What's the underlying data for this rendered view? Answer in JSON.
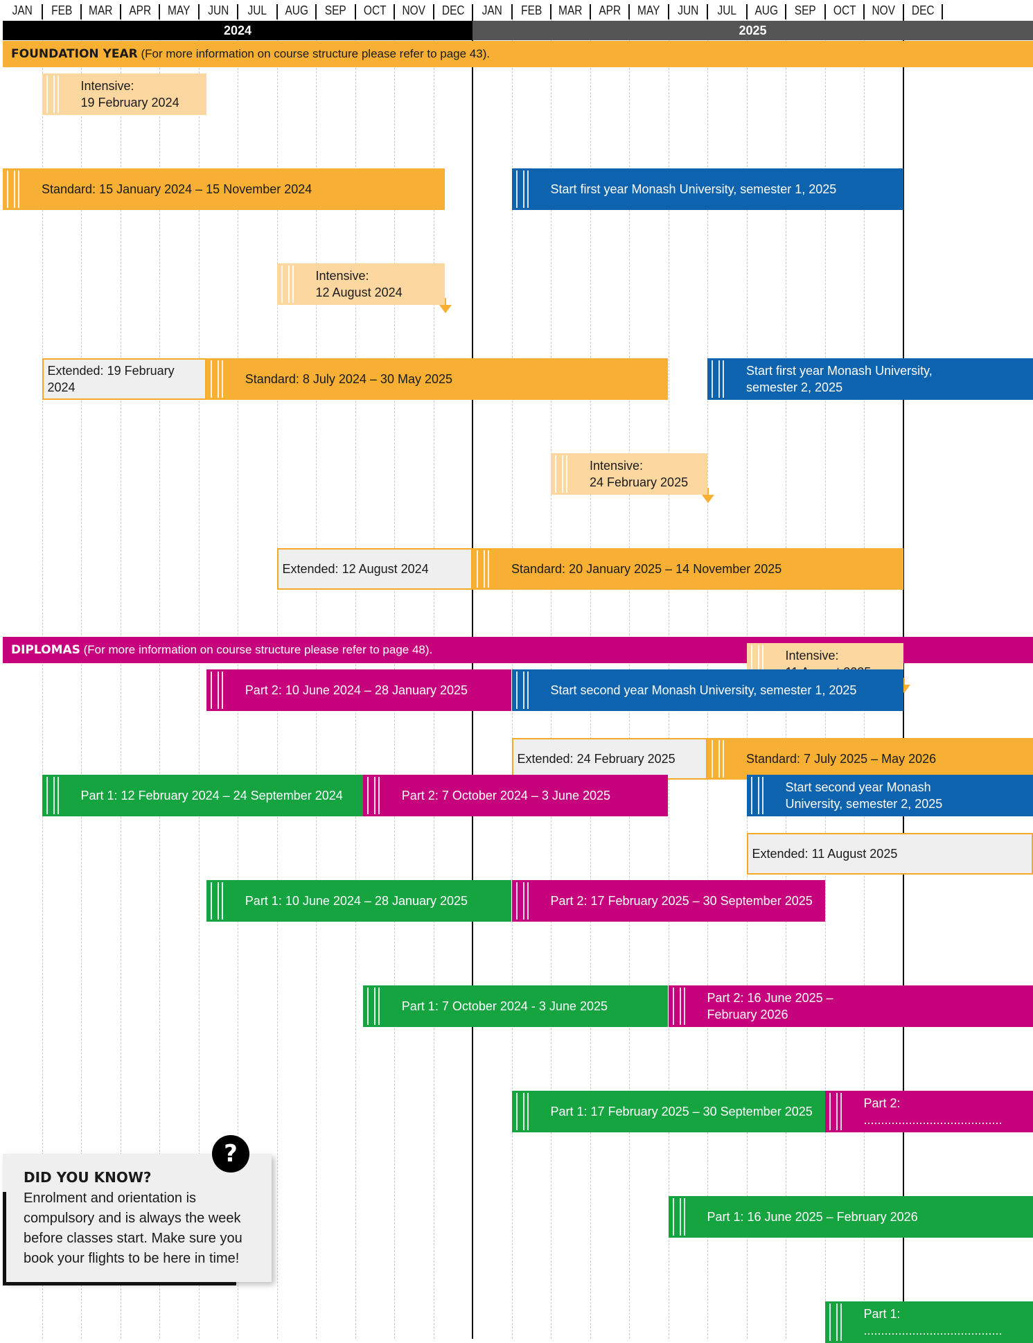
{
  "months": [
    "JAN",
    "FEB",
    "MAR",
    "APR",
    "MAY",
    "JUN",
    "JUL",
    "AUG",
    "SEP",
    "OCT",
    "NOV",
    "DEC",
    "JAN",
    "FEB",
    "MAR",
    "APR",
    "MAY",
    "JUN",
    "JUL",
    "AUG",
    "SEP",
    "OCT",
    "NOV",
    "DEC"
  ],
  "years": [
    {
      "label": "2024",
      "color": "#000000"
    },
    {
      "label": "2025",
      "color": "#555555"
    }
  ],
  "colors": {
    "foundation": "#f7b033",
    "foundation_light": "#fcd7a0",
    "diploma": "#c6037d",
    "part1": "#16a441",
    "monash": "#0e63ae",
    "extended": "#efefef"
  },
  "sections": {
    "foundation": {
      "title": "FOUNDATION YEAR",
      "note": " (For more information on course structure please refer to page 43)."
    },
    "diplomas": {
      "title": "DIPLOMAS",
      "note": " (For more information on course structure please refer to page 48)."
    }
  },
  "foundation_rows": [
    {
      "bars": [
        {
          "type": "intensive",
          "start": 1,
          "end": 5.2,
          "text": "Intensive:\n19 February 2024"
        }
      ]
    },
    {
      "bars": [
        {
          "type": "standard",
          "start": 0,
          "end": 11.3,
          "text": "Standard: 15 January 2024 – 15 November 2024"
        },
        {
          "type": "monash",
          "start": 13,
          "end": 23,
          "text": "Start first year Monash University, semester 1, 2025"
        }
      ]
    },
    {
      "bars": [
        {
          "type": "intensive",
          "start": 7,
          "end": 11.3,
          "text": "Intensive:\n12 August 2024",
          "arrow": true
        }
      ]
    },
    {
      "bars": [
        {
          "type": "extended",
          "start": 1,
          "end": 5.2,
          "text": "Extended: 19 February 2024"
        },
        {
          "type": "standard",
          "start": 5.2,
          "end": 17,
          "text": "Standard: 8 July 2024 – 30 May 2025"
        },
        {
          "type": "monash",
          "start": 18,
          "end": 26.4,
          "text": "Start first year Monash University,\nsemester 2, 2025"
        }
      ]
    },
    {
      "bars": [
        {
          "type": "intensive",
          "start": 14,
          "end": 18,
          "text": "Intensive:\n24 February 2025",
          "arrow": true
        }
      ]
    },
    {
      "bars": [
        {
          "type": "extended",
          "start": 7,
          "end": 12,
          "text": "Extended: 12 August 2024"
        },
        {
          "type": "standard",
          "start": 12,
          "end": 23,
          "text": "Standard: 20 January 2025 – 14 November 2025"
        }
      ]
    },
    {
      "bars": [
        {
          "type": "intensive",
          "start": 19,
          "end": 23,
          "text": "Intensive:\n11 August 2025",
          "arrow": true
        }
      ]
    },
    {
      "bars": [
        {
          "type": "extended",
          "start": 13,
          "end": 18,
          "text": "Extended: 24 February 2025"
        },
        {
          "type": "standard",
          "start": 18,
          "end": 26.4,
          "text": "Standard: 7 July 2025 – May 2026"
        }
      ]
    },
    {
      "bars": [
        {
          "type": "extended",
          "start": 19,
          "end": 26.4,
          "text": "Extended: 11 August 2025"
        }
      ]
    }
  ],
  "diploma_rows": [
    {
      "bars": [
        {
          "type": "diploma",
          "start": 5.2,
          "end": 13,
          "text": "Part 2: 10 June 2024 – 28 January 2025"
        },
        {
          "type": "monash",
          "start": 13,
          "end": 23,
          "text": "Start second year Monash University, semester 1, 2025"
        }
      ]
    },
    {
      "bars": [
        {
          "type": "part1",
          "start": 1,
          "end": 9.2,
          "text": "Part 1: 12 February 2024 – 24 September 2024"
        },
        {
          "type": "diploma",
          "start": 9.2,
          "end": 17,
          "text": "Part 2: 7 October 2024 – 3 June 2025"
        },
        {
          "type": "monash",
          "start": 19,
          "end": 26.4,
          "text": "Start second year Monash\nUniversity, semester 2, 2025"
        }
      ]
    },
    {
      "bars": [
        {
          "type": "part1",
          "start": 5.2,
          "end": 13,
          "text": "Part 1: 10 June 2024 – 28 January 2025"
        },
        {
          "type": "diploma",
          "start": 13,
          "end": 21,
          "text": "Part 2: 17 February 2025 – 30 September 2025"
        }
      ]
    },
    {
      "bars": [
        {
          "type": "part1",
          "start": 9.2,
          "end": 17,
          "text": "Part 1: 7 October 2024 - 3 June 2025"
        },
        {
          "type": "diploma",
          "start": 17,
          "end": 26.4,
          "text": "Part 2: 16 June 2025 –\nFebruary 2026"
        }
      ]
    },
    {
      "bars": [
        {
          "type": "part1",
          "start": 13,
          "end": 21,
          "text": "Part 1: 17 February 2025 – 30 September 2025"
        },
        {
          "type": "diploma",
          "start": 21,
          "end": 26.4,
          "text": "Part 2: ........................................"
        }
      ]
    },
    {
      "bars": [
        {
          "type": "part1",
          "start": 17,
          "end": 26.4,
          "text": "Part 1: 16 June 2025 – February 2026"
        }
      ]
    },
    {
      "bars": [
        {
          "type": "part1",
          "start": 21,
          "end": 26.4,
          "text": "Part 1: ........................................"
        }
      ]
    }
  ],
  "did_you_know": {
    "icon": "question-icon",
    "title": "DID YOU KNOW?",
    "body": "Enrolment and orientation is compulsory and is always the week before classes start. Make sure you book your flights to be here in time!"
  }
}
